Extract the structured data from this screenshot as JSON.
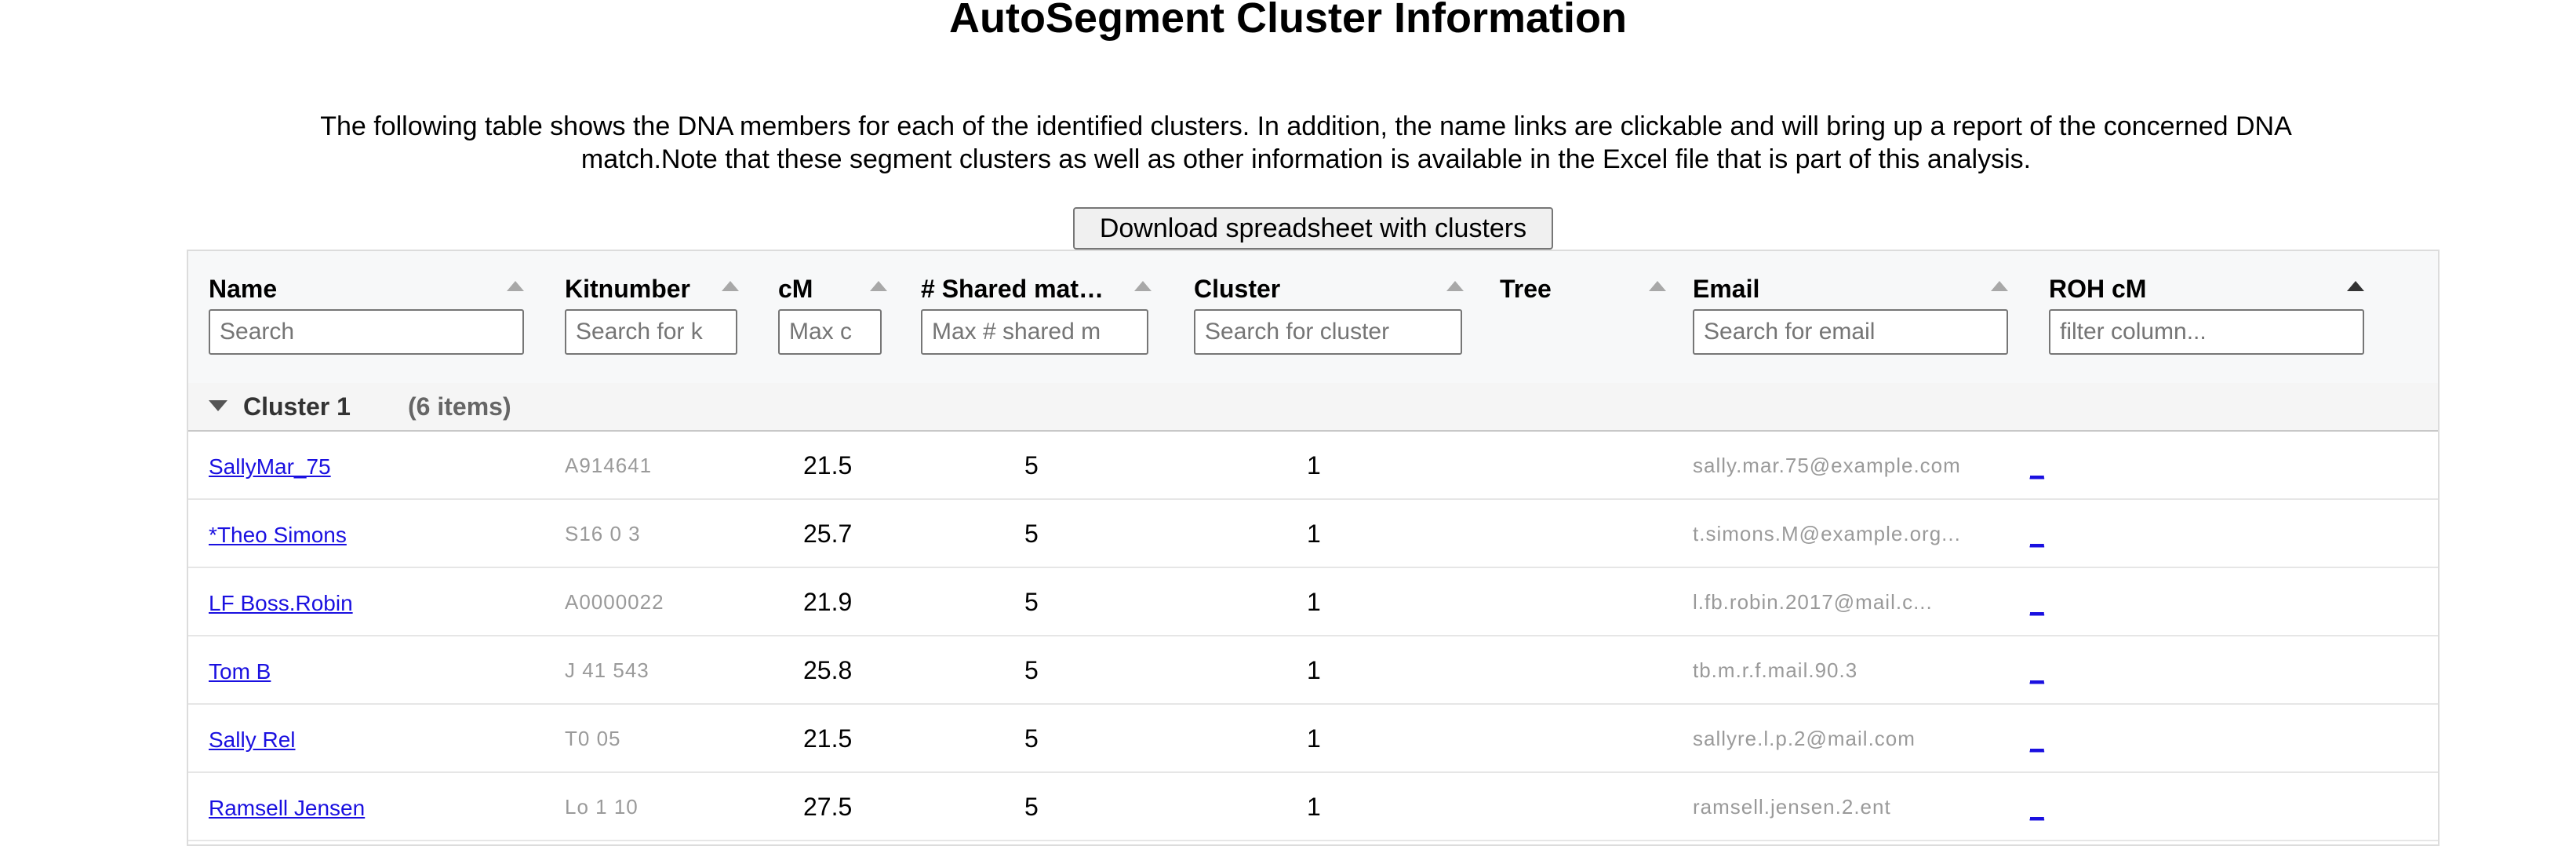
{
  "page": {
    "title": "AutoSegment Cluster Information",
    "intro": "The following table shows the DNA members for each of the identified clusters. In addition, the name links are clickable and will bring up a report of the concerned DNA match.Note that these segment clusters as well as other information is available in the Excel file that is part of this analysis.",
    "download_label": "Download spreadsheet with clusters"
  },
  "table": {
    "columns": [
      {
        "title": "Name",
        "placeholder": "Search"
      },
      {
        "title": "Kitnumber",
        "placeholder": "Search for k"
      },
      {
        "title": "cM",
        "placeholder": "Max c"
      },
      {
        "title": "# Shared mat…",
        "placeholder": "Max # shared m"
      },
      {
        "title": "Cluster",
        "placeholder": "Search for cluster"
      },
      {
        "title": "Tree",
        "placeholder": ""
      },
      {
        "title": "Email",
        "placeholder": "Search for email"
      },
      {
        "title": "ROH cM",
        "placeholder": "filter column..."
      }
    ],
    "group": {
      "title": "Cluster 1",
      "count": "(6 items)"
    },
    "rows": [
      {
        "name": "SallyMar_75",
        "kit": "A914641",
        "cm": "21.5",
        "shared": "5",
        "cluster": "1",
        "email": "sally.mar.75@example.com",
        "roh": "_"
      },
      {
        "name": "*Theo Simons",
        "kit": "S16 0 3",
        "cm": "25.7",
        "shared": "5",
        "cluster": "1",
        "email": "t.simons.M@example.org...",
        "roh": "_"
      },
      {
        "name": "LF Boss.Robin",
        "kit": "A0000022",
        "cm": "21.9",
        "shared": "5",
        "cluster": "1",
        "email": "l.fb.robin.2017@mail.c...",
        "roh": "_"
      },
      {
        "name": "Tom B",
        "kit": "J 41 543",
        "cm": "25.8",
        "shared": "5",
        "cluster": "1",
        "email": "tb.m.r.f.mail.90.3",
        "roh": "_"
      },
      {
        "name": "Sally Rel",
        "kit": "T0 05",
        "cm": "21.5",
        "shared": "5",
        "cluster": "1",
        "email": "sallyre.l.p.2@mail.com",
        "roh": "_"
      },
      {
        "name": "Ramsell Jensen",
        "kit": "Lo 1 10",
        "cm": "27.5",
        "shared": "5",
        "cluster": "1",
        "email": "ramsell.jensen.2.ent",
        "roh": "_"
      }
    ]
  }
}
